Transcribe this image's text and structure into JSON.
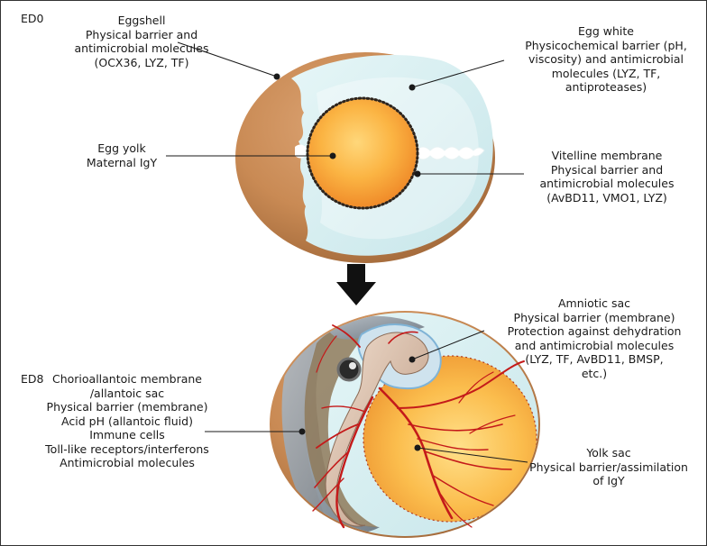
{
  "stages": {
    "ed0": "ED0",
    "ed8": "ED8"
  },
  "labels": {
    "eggshell": [
      "Eggshell",
      "Physical barrier and",
      "antimicrobial molecules",
      "(OCX36, LYZ, TF)"
    ],
    "egg_white": [
      "Egg white",
      "Physicochemical barrier (pH,",
      "viscosity) and antimicrobial",
      "molecules (LYZ, TF,",
      "antiproteases)"
    ],
    "egg_yolk": [
      "Egg yolk",
      "Maternal IgY"
    ],
    "vitelline_membrane": [
      "Vitelline membrane",
      "Physical barrier and",
      "antimicrobial molecules",
      "(AvBD11, VMO1, LYZ)"
    ],
    "amniotic_sac": [
      "Amniotic sac",
      "Physical barrier (membrane)",
      "Protection against dehydration",
      "and antimicrobial molecules",
      "(LYZ, TF, AvBD11, BMSP,",
      "etc.)"
    ],
    "chorioallantoic": [
      "Chorioallantoic membrane",
      "/allantoic sac",
      "Physical barrier (membrane)",
      "Acid pH (allantoic fluid)",
      "Immune cells",
      "Toll-like receptors/interferons",
      "Antimicrobial molecules"
    ],
    "yolk_sac": [
      "Yolk sac",
      "Physical barrier/assimilation",
      "of IgY"
    ]
  },
  "colors": {
    "shell": "#c98a54",
    "egg_white": "#d7eef1",
    "yolk": "#f6a93a",
    "vessels": "#c41a1a",
    "membrane": "#8a939c"
  }
}
